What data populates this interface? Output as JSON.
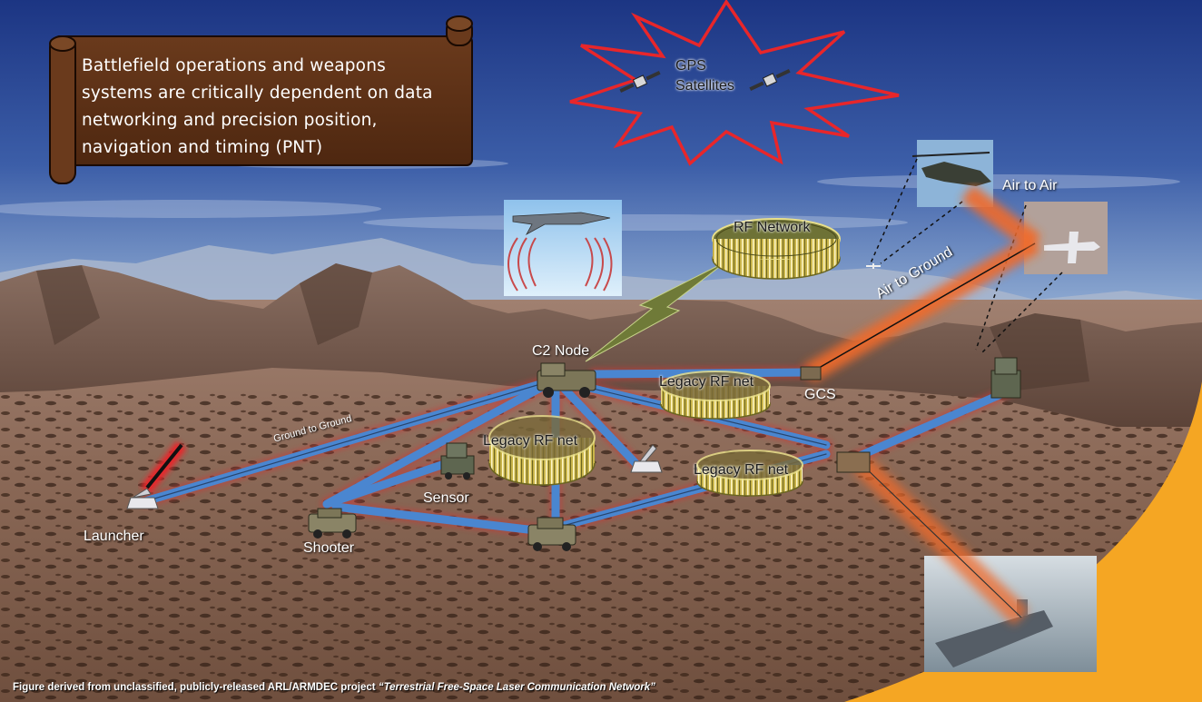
{
  "callout": {
    "text": "Battlefield operations and weapons systems are critically dependent on data networking and precision position, navigation and timing (PNT)"
  },
  "gps": {
    "line1": "GPS",
    "line2": "Satellites"
  },
  "labels": {
    "rf_network": "RF Network",
    "air_to_air": "Air to Air",
    "air_to_ground": "Air to Ground",
    "c2_node": "C2 Node",
    "legacy_rf_net_1": "Legacy RF net",
    "legacy_rf_net_2": "Legacy RF net",
    "legacy_rf_net_3": "Legacy RF net",
    "gcs": "GCS",
    "ground_to_ground": "Ground to Ground",
    "sensor": "Sensor",
    "launcher": "Launcher",
    "shooter": "Shooter"
  },
  "caption": {
    "prefix": "Figure derived from unclassified, publicly-released ARL/ARMDEC  project ",
    "title": "“Terrestrial Free-Space Laser Communication Network”"
  },
  "colors": {
    "sky_top": "#243d8c",
    "sky_bottom": "#6f8fc4",
    "ground": "#8a6a55",
    "scroll": "#5a2e14",
    "starburst": "#e8262a",
    "link_blue": "#4a86d0",
    "link_red": "#c83a3a",
    "laser_orange": "#f06a2a",
    "ring_gold": "#d6c25a",
    "corner_gold": "#f5a623"
  }
}
